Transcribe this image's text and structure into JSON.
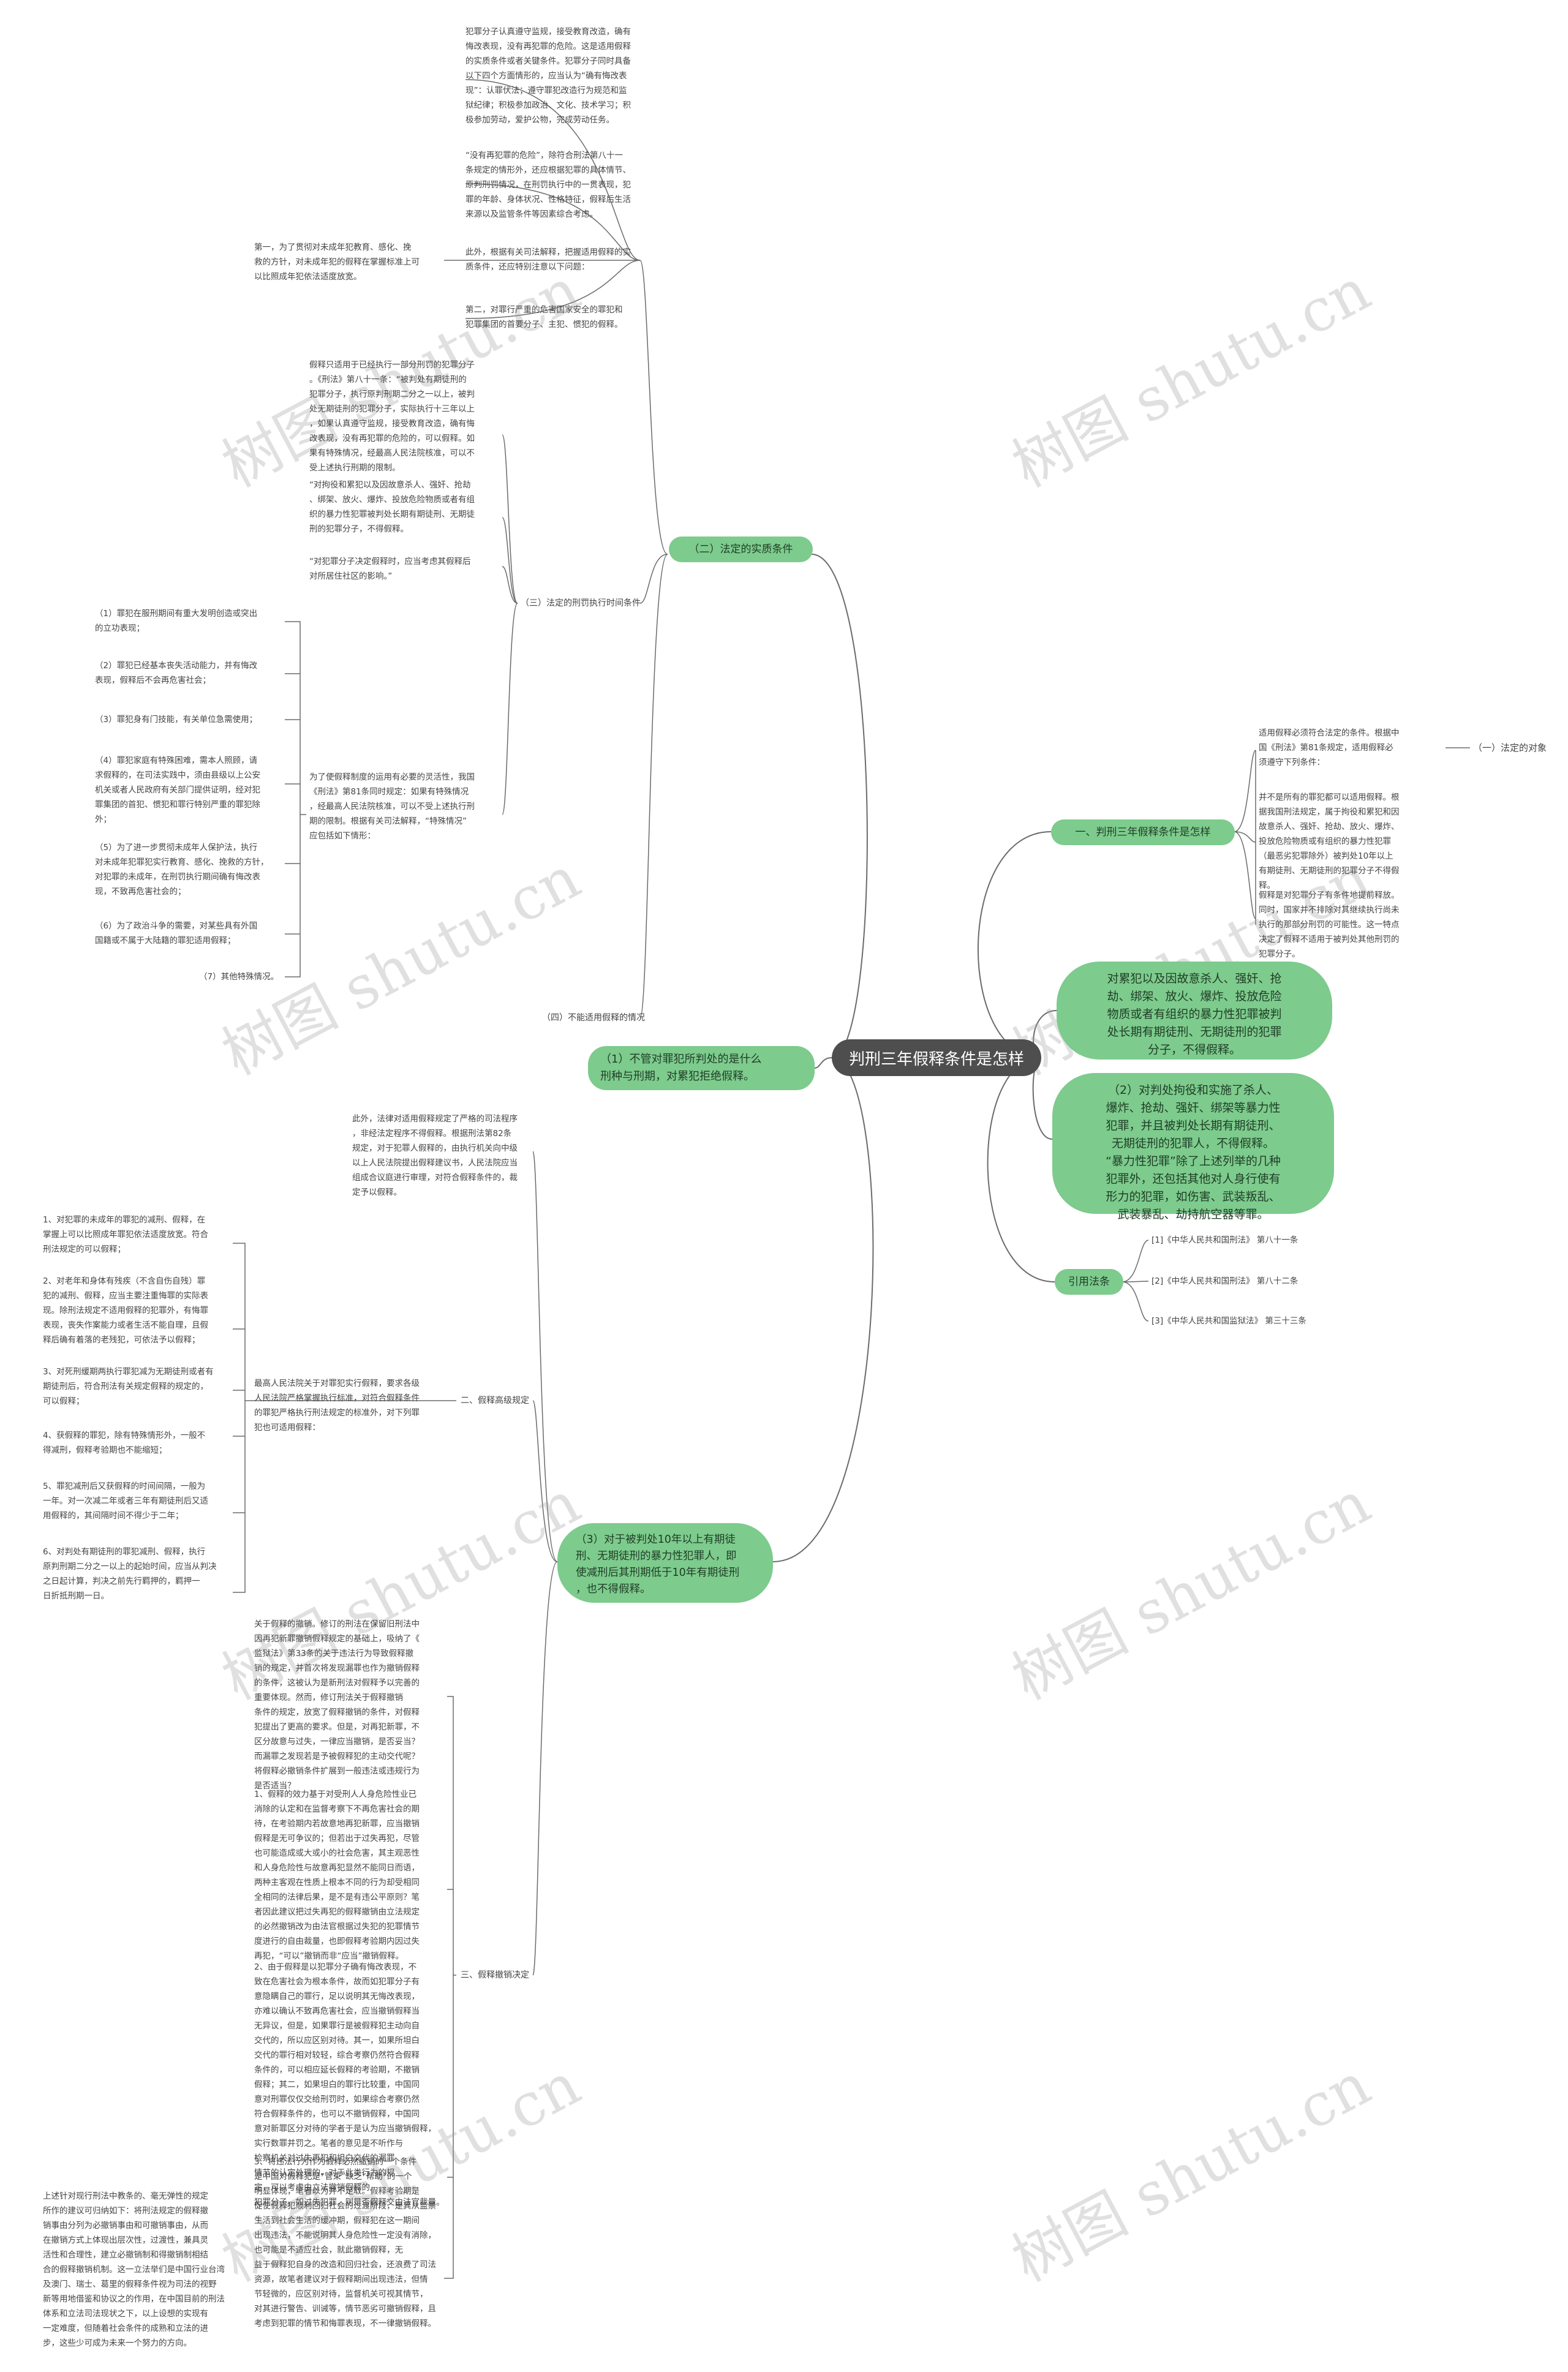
{
  "root": "判刑三年假释条件是怎样",
  "right": {
    "conditions": {
      "label": "一、判刑三年假释条件是怎样",
      "texts": [
        "适用假释必须符合法定的条件。根据中\n国《刑法》第81条规定，适用假释必\n须遵守下列条件：",
        "并不是所有的罪犯都可以适用假释。根\n据我国刑法规定，属于拘役和累犯和因\n故意杀人、强奸、抢劫、放火、爆炸、\n投放危险物质或有组织的暴力性犯罪\n（最恶劣犯罪除外）被判处10年以上\n有期徒刑、无期徒刑的犯罪分子不得假\n释。",
        "假释是对犯罪分子有条件地提前释放。\n同时，国家并不排除对其继续执行尚未\n执行的那部分刑罚的可能性。这一特点\n决定了假释不适用于被判处其他刑罚的\n犯罪分子。"
      ],
      "sub": "（一）法定的对象"
    },
    "blob1": "对累犯以及因故意杀人、强奸、抢\n劫、绑架、放火、爆炸、投放危险\n物质或者有组织的暴力性犯罪被判\n处长期有期徒刑、无期徒刑的犯罪\n分子，不得假释。",
    "blob2": "（2）对判处拘役和实施了杀人、\n爆炸、抢劫、强奸、绑架等暴力性\n犯罪，并且被判处长期有期徒刑、\n无期徒刑的犯罪人，不得假释。\n“暴力性犯罪”除了上述列举的几种\n犯罪外，还包括其他对人身行使有\n形力的犯罪，如伤害、武装叛乱、\n武装暴乱、劫持航空器等罪。",
    "refs": {
      "label": "引用法条",
      "items": [
        "[1]《中华人民共和国刑法》 第八十一条",
        "[2]《中华人民共和国刑法》 第八十二条",
        "[3]《中华人民共和国监狱法》 第三十三条"
      ]
    }
  },
  "left_top": {
    "label": "（二）法定的实质条件",
    "texts": {
      "a1": "犯罪分子认真遵守监规，接受教育改造，确有\n悔改表现，没有再犯罪的危险。这是适用假释\n的实质条件或者关键条件。犯罪分子同时具备\n以下四个方面情形的，应当认为“确有悔改表\n现”：认罪伏法；遵守罪犯改造行为规范和监\n狱纪律；积极参加政治、文化、技术学习；积\n极参加劳动，爱护公物，完成劳动任务。",
      "a2": "“没有再犯罪的危险”，除符合刑法第八十一\n条规定的情形外，还应根据犯罪的具体情节、\n原判刑罚情况，在刑罚执行中的一贯表现，犯\n罪的年龄、身体状况、性格特征，假释后生活\n来源以及监管条件等因素综合考虑。",
      "a3": "此外，根据有关司法解释，把握适用假释的实\n质条件，还应特别注意以下问题：",
      "first": "第一，为了贯彻对未成年犯教育、感化、挽\n救的方针，对未成年犯的假释在掌握标准上可\n以比照成年犯依法适度放宽。",
      "second": "第二，对罪行严重的危害国家安全的罪犯和\n犯罪集团的首要分子、主犯、惯犯的假释。",
      "b1": "假释只适用于已经执行一部分刑罚的犯罪分子\n。《刑法》第八十一条：“被判处有期徒刑的\n犯罪分子，执行原判刑期二分之一以上，被判\n处无期徒刑的犯罪分子，实际执行十三年以上\n，如果认真遵守监规，接受教育改造，确有悔\n改表现，没有再犯罪的危险的，可以假释。如\n果有特殊情况，经最高人民法院核准，可以不\n受上述执行刑期的限制。",
      "b2": "“对拘役和累犯以及因故意杀人、强奸、抢劫\n、绑架、放火、爆炸、投放危险物质或者有组\n织的暴力性犯罪被判处长期有期徒刑、无期徒\n刑的犯罪分子，不得假释。",
      "b3": "“对犯罪分子决定假释时，应当考虑其假释后\n对所居住社区的影响。”",
      "b4": "为了使假释制度的运用有必要的灵活性，我国\n《刑法》第81条同时规定：如果有特殊情况\n，经最高人民法院核准，可以不受上述执行刑\n期的限制。根据有关司法解释，“特殊情况”\n应包括如下情形：",
      "p1": "（1）罪犯在服刑期间有重大发明创造或突出\n的立功表现；",
      "p2": "（2）罪犯已经基本丧失活动能力，并有悔改\n表现，假释后不会再危害社会；",
      "p3": "（3）罪犯身有门技能，有关单位急需使用；",
      "p4": "（4）罪犯家庭有特殊困难，需本人照顾，请\n求假释的，在司法实践中，须由县级以上公安\n机关或者人民政府有关部门提供证明，经对犯\n罪集团的首犯、惯犯和罪行特别严重的罪犯除\n外；",
      "p5": "（5）为了进一步贯彻未成年人保护法，执行\n对未成年犯罪犯实行教育、感化、挽救的方针，\n对犯罪的未成年，在刑罚执行期间确有悔改表\n现，不致再危害社会的；",
      "p6": "（6）为了政治斗争的需要，对某些具有外国\n国籍或不属于大陆籍的罪犯适用假释；",
      "p7": "（7）其他特殊情况。"
    },
    "sub3": "（三）法定的刑罚执行时间条件",
    "sub4": "（四）不能适用假释的情况"
  },
  "left_mid": {
    "label": "（1）不管对罪犯所判处的是什么\n刑种与刑期，对累犯拒绝假释。"
  },
  "left_bottom": {
    "label": "（3）对于被判处10年以上有期徒\n刑、无期徒刑的暴力性犯罪人，即\n使减刑后其刑期低于10年有期徒刑\n，也不得假释。",
    "top_text": "此外，法律对适用假释规定了严格的司法程序\n，非经法定程序不得假释。根据刑法第82条\n规定，对于犯罪人假释的，由执行机关向中级\n以上人民法院提出假释建议书，人民法院应当\n组成合议庭进行审理，对符合假释条件的，裁\n定予以假释。",
    "sec2": {
      "label": "二、假释高级规定",
      "intro": "最高人民法院关于对罪犯实行假释，要求各级\n人民法院严格掌握执行标准，对符合假释条件\n的罪犯严格执行刑法规定的标准外，对下列罪\n犯也可适用假释：",
      "items": [
        "1、对犯罪的未成年的罪犯的减刑、假释，在\n掌握上可以比照成年罪犯依法适度放宽。符合\n刑法规定的可以假释；",
        "2、对老年和身体有残疾（不含自伤自残）罪\n犯的减刑、假释，应当主要注重悔罪的实际表\n现。除刑法规定不适用假释的犯罪外，有悔罪\n表现，丧失作案能力或者生活不能自理，且假\n释后确有着落的老残犯，可依法予以假释；",
        "3、对死刑缓期两执行罪犯减为无期徒刑或者有\n期徒刑后，符合刑法有关规定假释的规定的，\n可以假释；",
        "4、获假释的罪犯，除有特殊情形外，一般不\n得减刑，假释考验期也不能缩短；",
        "5、罪犯减刑后又获假释的时间间隔，一般为\n一年。对一次减二年或者三年有期徒刑后又适\n用假释的，其间隔时间不得少于二年；",
        "6、对判处有期徒刑的罪犯减刑、假释，执行\n原判刑期二分之一以上的起始时间，应当从判决\n之日起计算，判决之前先行羁押的，羁押一\n日折抵刑期一日。"
      ]
    },
    "sec3": {
      "label": "三、假释撤销决定",
      "intro": "关于假释的撤销。修订的刑法在保留旧刑法中\n因再犯新罪撤销假释规定的基础上，吸纳了《\n监狱法》第33条的关于违法行为导致假释撤\n销的规定，并首次将发现漏罪也作为撤销假释\n的条件，这被认为是新刑法对假释予以完善的\n重要体现。然而，修订刑法关于假释撤销\n条件的规定，放宽了假释撤销的条件，对假释\n犯提出了更高的要求。但是，对再犯新罪，不\n区分故意与过失，一律应当撤销，是否妥当？\n而漏罪之发现若是予被假释犯的主动交代呢？\n将假释必撤销条件扩展到一般违法或违规行为\n是否适当？",
      "item1": "1、假释的效力基于对受刑人人身危险性业已\n消除的认定和在监督考察下不再危害社会的期\n待，在考验期内若故意地再犯新罪，应当撤销\n假释是无可争议的；但若出于过失再犯，尽管\n也可能造成或大或小的社会危害，其主观恶性\n和人身危险性与故意再犯显然不能同日而语，\n两种主客观在性质上根本不同的行为却受相同\n全相同的法律后果，是不是有违公平原则？笔\n者因此建议把过失再犯的假释撤销由立法规定\n的必然撤销改为由法官根据过失犯的犯罪情节\n度进行的自由裁量，也即假释考验期内因过失\n再犯，“可以”撤销而非“应当”撤销假释。",
      "item2": "2、由于假释是以犯罪分子确有悔改表现，不\n致在危害社会为根本条件，故而如犯罪分子有\n意隐瞒自己的罪行，足以说明其无悔改表现，\n亦难以确认不致再危害社会，应当撤销假释当\n无异议，但是，如果罪行是被假释犯主动向自\n交代的，所以应区别对待。其一，如果所坦白\n交代的罪行相对较轻，综合考察仍然符合假释\n条件的，可以相应延长假释的考验期，不撤销\n假释；其二，如果坦白的罪行比较重，中国同\n意对刑罪仅仅交给刑罚时，如果综合考察仍然\n符合假释条件的，也可以不撤销假释，中国同\n意对新罪区分对待的学者于是认为应当撤销假释，\n实行数罪并罚之。笔者的意见是不听作与\n检察机关对过失再犯和坦白交代的漏罪\n情节的认定处理的，对于此类行为的规\n定，可以考虑由立法撤销假释的\n犯罪分子，如过失犯罪，则是否假释交由法官裁量。",
      "item3": "3、将违法行为作为假释必然撤销的一个条件\n是中国对假释犯是“管束”缺乏“帮助”的一个\n明显体现，笔者以为并不足取。假释考验期是\n促使假释犯顺利回归社会的过渡阶段，是其从监禁\n生活到社会生活的缓冲期，假释犯在这一期间\n出现违法，不能说明其人身危险性一定没有消除，\n也可能是不适应社会，就此撤销假释，无\n益于假释犯自身的改造和回归社会，还浪费了司法\n资源，故笔者建议对于假释期间出现违法，但情\n节轻微的，应区别对待，监督机关可视其情节，\n对其进行警告、训诫等，情节恶劣可撤销假释，且\n考虑到犯罪的情节和悔罪表现，不一律撤销假释。",
      "tail": "上述针对现行刑法中教条的、毫无弹性的规定\n所作的建议可归纳如下：将刑法规定的假释撤\n销事由分列为必撤销事由和可撤销事由，从而\n在撤销方式上体现出层次性，过渡性，兼具灵\n活性和合理性，建立必撤销制和得撤销制相结\n合的假释撤销机制。这一立法举们是中国行业台湾\n及澳门、瑞士、葛里的假释条件视为司法的视野\n新等用地借鉴和协议之的作用，在中国目前的刑法\n体系和立法司法现状之下，以上设想的实现有\n一定难度，但随着社会条件的成熟和立法的进\n步，这些少可成为未来一个努力的方向。"
    }
  },
  "watermark": "树图 shutu.cn"
}
